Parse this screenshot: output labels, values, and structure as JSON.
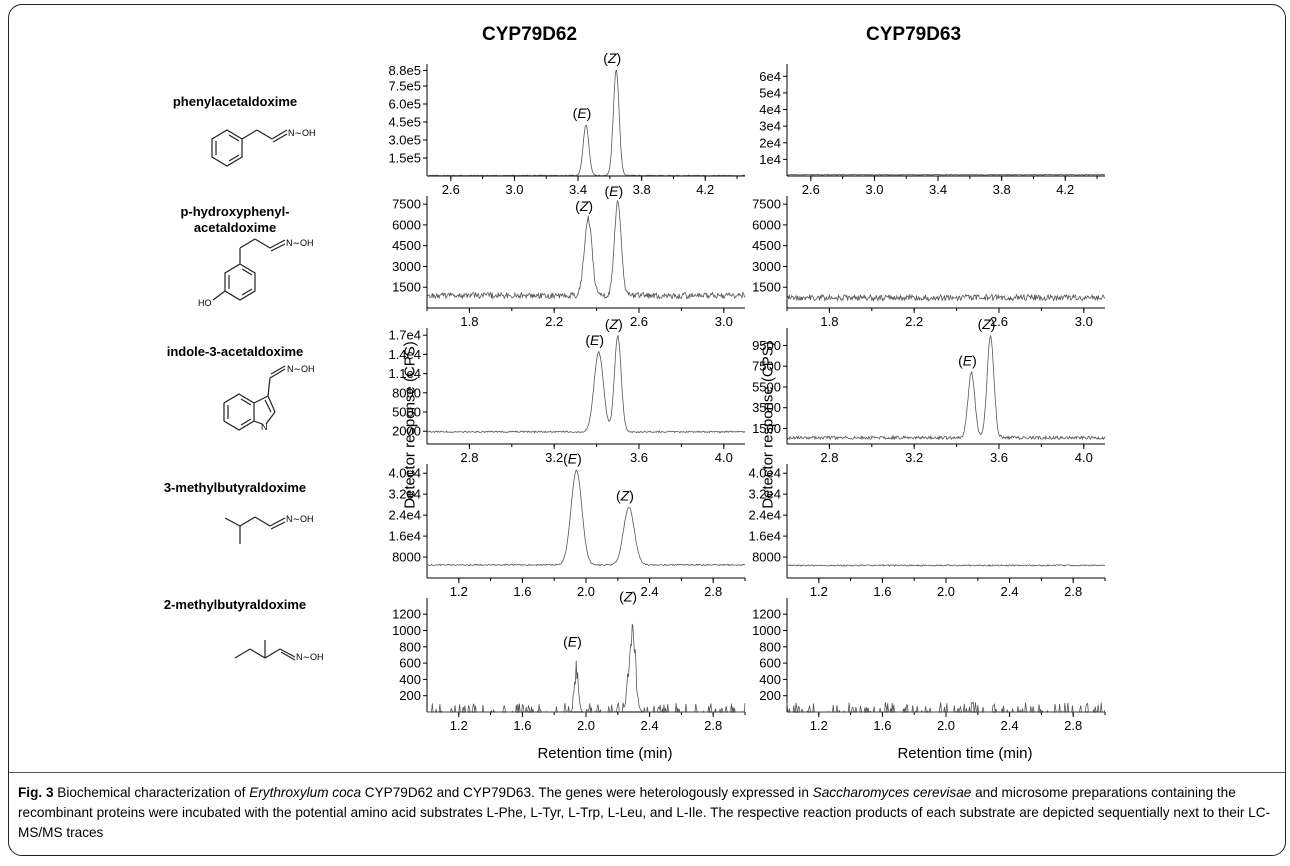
{
  "columns": [
    "CYP79D62",
    "CYP79D63"
  ],
  "rows": [
    {
      "label_lines": [
        "phenylacetaldoxime"
      ],
      "molecule_group": "N∼OH"
    },
    {
      "label_lines": [
        "p-hydroxyphenyl-",
        "acetaldoxime"
      ],
      "molecule_group": "N∼OH",
      "molecule_ho": "HO"
    },
    {
      "label_lines": [
        "indole-3-acetaldoxime"
      ],
      "molecule_group": "N∼OH",
      "molecule_n": "N"
    },
    {
      "label_lines": [
        "3-methylbutyraldoxime"
      ],
      "molecule_group": "N∼OH"
    },
    {
      "label_lines": [
        "2-methylbutyraldoxime"
      ],
      "molecule_group": "N∼OH"
    }
  ],
  "y_axis_label": "Detector response (CPS)",
  "x_axis_label": "Retention time (min)",
  "caption": {
    "fig": "Fig. 3",
    "text_1": " Biochemical characterization of ",
    "species": "Erythroxylum coca",
    "text_2": " CYP79D62 and CYP79D63. The genes were heterologously expressed in ",
    "yeast": "Saccharomyces cerevisae",
    "text_3": " and microsome preparations containing the recombinant proteins were incubated with the potential amino acid substrates L-Phe, L-Tyr, L-Trp, L-Leu, and L-Ile. The respective reaction products of each substrate are depicted sequentially next to their LC-MS/MS traces"
  },
  "chart_data": [
    {
      "type": "line",
      "row": 0,
      "col": 0,
      "xlim": [
        2.45,
        4.45
      ],
      "ylim": [
        0,
        900000
      ],
      "xticks": [
        2.6,
        3.0,
        3.4,
        3.8,
        4.2
      ],
      "xtick_labels": [
        "2.6",
        "3.0",
        "3.4",
        "3.8",
        "4.2"
      ],
      "yticks": [
        150000,
        300000,
        450000,
        600000,
        750000,
        880000
      ],
      "ytick_labels": [
        "1.5e5",
        "3.0e5",
        "4.5e5",
        "6.0e5",
        "7.5e5",
        "8.8e5"
      ],
      "baseline": 5000,
      "noise": 2000,
      "peaks": [
        {
          "x": 3.45,
          "height": 420000,
          "width": 0.018,
          "label": "E"
        },
        {
          "x": 3.64,
          "height": 880000,
          "width": 0.018,
          "label": "Z"
        }
      ]
    },
    {
      "type": "line",
      "row": 0,
      "col": 1,
      "xlim": [
        2.45,
        4.45
      ],
      "ylim": [
        0,
        65000
      ],
      "xticks": [
        2.6,
        3.0,
        3.4,
        3.8,
        4.2
      ],
      "xtick_labels": [
        "2.6",
        "3.0",
        "3.4",
        "3.8",
        "4.2"
      ],
      "yticks": [
        10000,
        20000,
        30000,
        40000,
        50000,
        60000
      ],
      "ytick_labels": [
        "1e4",
        "2e4",
        "3e4",
        "4e4",
        "5e4",
        "6e4"
      ],
      "baseline": 800,
      "noise": 250,
      "peaks": []
    },
    {
      "type": "line",
      "row": 1,
      "col": 0,
      "xlim": [
        1.6,
        3.1
      ],
      "ylim": [
        0,
        7800
      ],
      "xticks": [
        1.8,
        2.2,
        2.6,
        3.0
      ],
      "xtick_labels": [
        "1.8",
        "2.2",
        "2.6",
        "3.0"
      ],
      "yticks": [
        1500,
        3000,
        4500,
        6000,
        7500
      ],
      "ytick_labels": [
        "1500",
        "3000",
        "4500",
        "6000",
        "7500"
      ],
      "baseline": 900,
      "noise": 220,
      "peaks": [
        {
          "x": 2.36,
          "height": 5600,
          "width": 0.018,
          "label": "Z"
        },
        {
          "x": 2.5,
          "height": 6700,
          "width": 0.016,
          "label": "E"
        }
      ]
    },
    {
      "type": "line",
      "row": 1,
      "col": 1,
      "xlim": [
        1.6,
        3.1
      ],
      "ylim": [
        0,
        7800
      ],
      "xticks": [
        1.8,
        2.2,
        2.6,
        3.0
      ],
      "xtick_labels": [
        "1.8",
        "2.2",
        "2.6",
        "3.0"
      ],
      "yticks": [
        1500,
        3000,
        4500,
        6000,
        7500
      ],
      "ytick_labels": [
        "1500",
        "3000",
        "4500",
        "6000",
        "7500"
      ],
      "baseline": 750,
      "noise": 220,
      "peaks": []
    },
    {
      "type": "line",
      "row": 2,
      "col": 0,
      "xlim": [
        2.6,
        4.1
      ],
      "ylim": [
        0,
        17500
      ],
      "xticks": [
        2.8,
        3.2,
        3.6,
        4.0
      ],
      "xtick_labels": [
        "2.8",
        "3.2",
        "3.6",
        "4.0"
      ],
      "yticks": [
        2000,
        5000,
        8000,
        11000,
        14000,
        17000
      ],
      "ytick_labels": [
        "2000",
        "5000",
        "8000",
        "1.1e4",
        "1.4e4",
        "1.7e4"
      ],
      "baseline": 1900,
      "noise": 120,
      "peaks": [
        {
          "x": 3.41,
          "height": 12500,
          "width": 0.022,
          "label": "E"
        },
        {
          "x": 3.5,
          "height": 15000,
          "width": 0.016,
          "label": "Z"
        }
      ]
    },
    {
      "type": "line",
      "row": 2,
      "col": 1,
      "xlim": [
        2.6,
        4.1
      ],
      "ylim": [
        0,
        10800
      ],
      "xticks": [
        2.8,
        3.2,
        3.6,
        4.0
      ],
      "xtick_labels": [
        "2.8",
        "3.2",
        "3.6",
        "4.0"
      ],
      "yticks": [
        1500,
        3500,
        5500,
        7500,
        9500
      ],
      "ytick_labels": [
        "1500",
        "3500",
        "5500",
        "7500",
        "9500"
      ],
      "baseline": 600,
      "noise": 150,
      "peaks": [
        {
          "x": 3.47,
          "height": 6300,
          "width": 0.016,
          "label": "E"
        },
        {
          "x": 3.56,
          "height": 9800,
          "width": 0.016,
          "label": "Z"
        }
      ]
    },
    {
      "type": "line",
      "row": 3,
      "col": 0,
      "xlim": [
        1.0,
        3.0
      ],
      "ylim": [
        0,
        42000
      ],
      "xticks": [
        1.2,
        1.6,
        2.0,
        2.4,
        2.8
      ],
      "xtick_labels": [
        "1.2",
        "1.6",
        "2.0",
        "2.4",
        "2.8"
      ],
      "yticks": [
        8000,
        16000,
        24000,
        32000,
        40000
      ],
      "ytick_labels": [
        "8000",
        "1.6e4",
        "2.4e4",
        "3.2e4",
        "4.0e4"
      ],
      "baseline": 5000,
      "noise": 250,
      "peaks": [
        {
          "x": 1.94,
          "height": 36000,
          "width": 0.034,
          "label": "E"
        },
        {
          "x": 2.27,
          "height": 22000,
          "width": 0.034,
          "label": "Z"
        }
      ]
    },
    {
      "type": "line",
      "row": 3,
      "col": 1,
      "xlim": [
        1.0,
        3.0
      ],
      "ylim": [
        0,
        42000
      ],
      "xticks": [
        1.2,
        1.6,
        2.0,
        2.4,
        2.8
      ],
      "xtick_labels": [
        "1.2",
        "1.6",
        "2.0",
        "2.4",
        "2.8"
      ],
      "yticks": [
        8000,
        16000,
        24000,
        32000,
        40000
      ],
      "ytick_labels": [
        "8000",
        "1.6e4",
        "2.4e4",
        "3.2e4",
        "4.0e4"
      ],
      "baseline": 4800,
      "noise": 250,
      "peaks": []
    },
    {
      "type": "line",
      "row": 4,
      "col": 0,
      "xlim": [
        1.0,
        3.0
      ],
      "ylim": [
        0,
        1350
      ],
      "xticks": [
        1.2,
        1.6,
        2.0,
        2.4,
        2.8
      ],
      "xtick_labels": [
        "1.2",
        "1.6",
        "2.0",
        "2.4",
        "2.8"
      ],
      "yticks": [
        200,
        400,
        600,
        800,
        1000,
        1200
      ],
      "ytick_labels": [
        "200",
        "400",
        "600",
        "800",
        "1000",
        "1200"
      ],
      "baseline": 0,
      "noise": 110,
      "spiky": true,
      "peaks": [
        {
          "x": 1.94,
          "height": 720,
          "width": 0.012,
          "label": "E"
        },
        {
          "x": 2.29,
          "height": 1270,
          "width": 0.02,
          "label": "Z"
        }
      ]
    },
    {
      "type": "line",
      "row": 4,
      "col": 1,
      "xlim": [
        1.0,
        3.0
      ],
      "ylim": [
        0,
        1350
      ],
      "xticks": [
        1.2,
        1.6,
        2.0,
        2.4,
        2.8
      ],
      "xtick_labels": [
        "1.2",
        "1.6",
        "2.0",
        "2.4",
        "2.8"
      ],
      "yticks": [
        200,
        400,
        600,
        800,
        1000,
        1200
      ],
      "ytick_labels": [
        "200",
        "400",
        "600",
        "800",
        "1000",
        "1200"
      ],
      "baseline": 0,
      "noise": 120,
      "spiky": true,
      "peaks": []
    }
  ]
}
